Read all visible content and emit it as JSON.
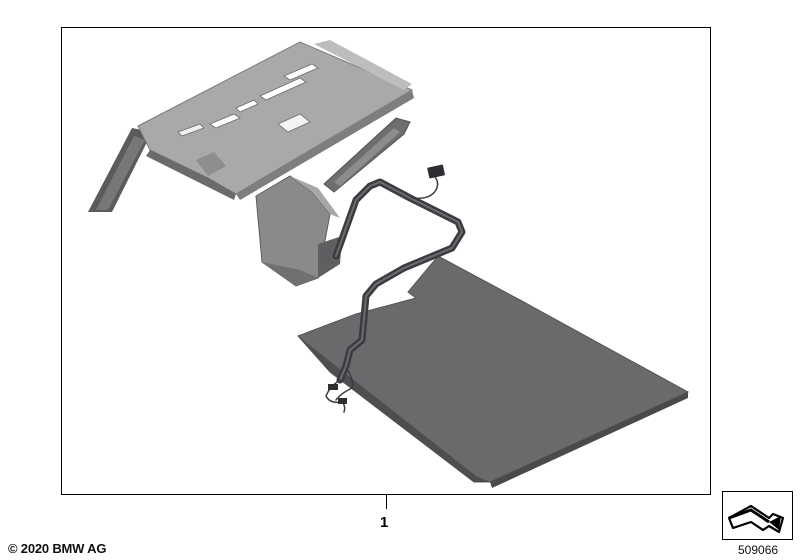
{
  "diagram": {
    "callout_number": "1",
    "copyright": "© 2020 BMW AG",
    "reference_number": "509066",
    "colors": {
      "frame": "#000000",
      "cover_light": "#a9a9ab",
      "cover_dark": "#5b5b5e",
      "mat": "#6a6a6c",
      "bracket": "#8a8a8c",
      "cable": "#3c3c40"
    },
    "icons": [
      "direction-arrow-icon"
    ]
  }
}
